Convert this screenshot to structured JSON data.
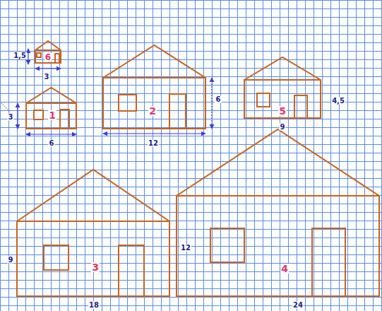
{
  "diagram": {
    "nodes": [
      {
        "text": [
          "6"
        ]
      },
      {
        "text": [
          "1"
        ]
      },
      {
        "text": [
          "2"
        ]
      },
      {
        "text": [
          "5"
        ]
      },
      {
        "text": [
          "3"
        ]
      },
      {
        "text": [
          "4"
        ]
      }
    ],
    "labels": [
      "1,5",
      "3",
      "3",
      "6",
      "6",
      "12",
      "4,5",
      "9",
      "9",
      "18",
      "12",
      "24"
    ]
  }
}
